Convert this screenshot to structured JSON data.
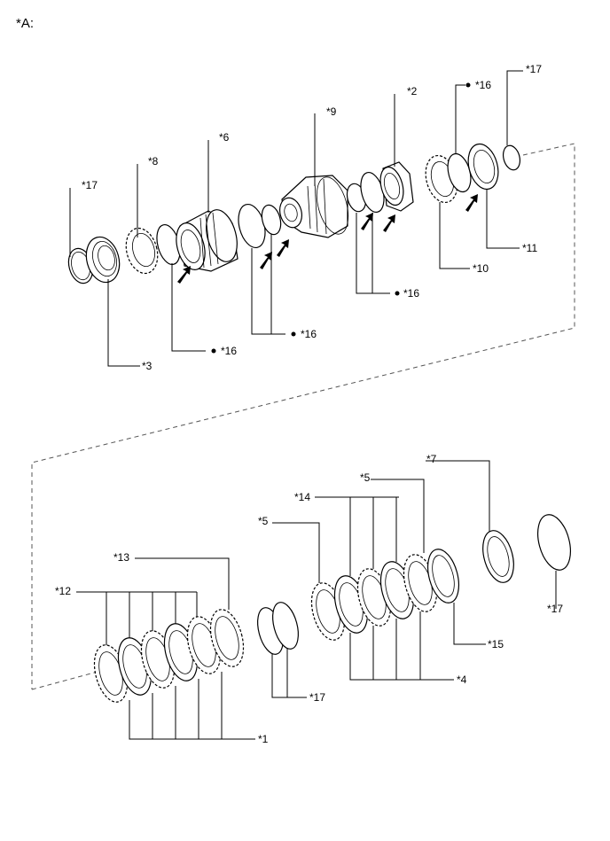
{
  "header": {
    "title": "*A:"
  },
  "callouts": {
    "c17_left": "*17",
    "c8": "*8",
    "c6": "*6",
    "c9": "*9",
    "c2": "*2",
    "c16_top": "*16",
    "c17_top": "*17",
    "c3": "*3",
    "c16_a": "*16",
    "c16_b": "*16",
    "c16_c": "*16",
    "c10": "*10",
    "c11": "*11",
    "c7": "*7",
    "c5_a": "*5",
    "c14": "*14",
    "c5_b": "*5",
    "c13": "*13",
    "c12": "*12",
    "c15": "*15",
    "c4": "*4",
    "c17_mid": "*17",
    "c17_right": "*17",
    "c1": "*1"
  },
  "icons": {
    "bullet": "bullet-dot",
    "arrow": "assembly-arrow"
  }
}
